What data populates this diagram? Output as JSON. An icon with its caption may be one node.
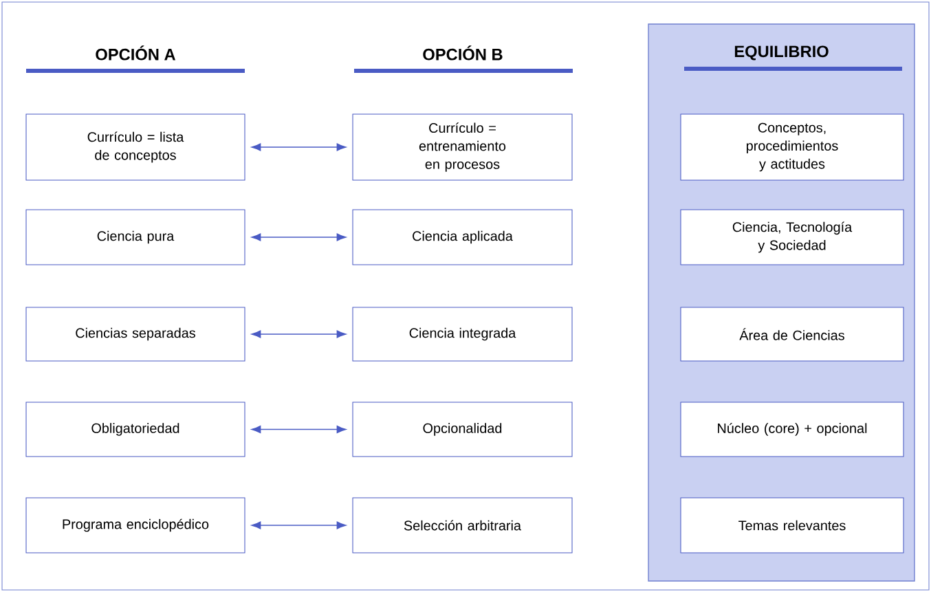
{
  "diagram": {
    "nodes": [
      {
        "text": [
          "EQUILIBRIO"
        ]
      },
      {
        "text": [
          "Currículo = lista de conceptos"
        ]
      },
      {
        "text": [
          "Ciencia pura"
        ]
      },
      {
        "text": [
          "Ciencias separadas"
        ]
      },
      {
        "text": [
          "Obligatoriedad"
        ]
      },
      {
        "text": [
          "Programa enciclopédico"
        ]
      },
      {
        "text": [
          "Currículo = entrenamiento en procesos"
        ]
      },
      {
        "text": [
          "Ciencia aplicada"
        ]
      },
      {
        "text": [
          "Ciencia integrada"
        ]
      },
      {
        "text": [
          "Opcionalidad"
        ]
      },
      {
        "text": [
          "Selección arbitraria"
        ]
      },
      {
        "text": [
          "Conceptos, procedimientos y actitudes"
        ],
        "in": 0
      },
      {
        "text": [
          "Ciencia, Tecnología y Sociedad"
        ],
        "in": 0
      },
      {
        "text": [
          "Área de Ciencias"
        ],
        "in": 0
      },
      {
        "text": [
          "Núcleo (core) + opcional"
        ],
        "in": 0
      },
      {
        "text": [
          "Temas relevantes"
        ],
        "in": 0
      }
    ],
    "edges": [
      {
        "from": 1,
        "to": 6,
        "arrow": "both"
      },
      {
        "from": 2,
        "to": 7,
        "arrow": "both"
      },
      {
        "from": 3,
        "to": 8,
        "arrow": "both"
      },
      {
        "from": 4,
        "to": 9,
        "arrow": "both"
      },
      {
        "from": 5,
        "to": 10,
        "arrow": "both"
      }
    ],
    "labels": [
      "OPCIÓN A",
      "OPCIÓN B"
    ]
  }
}
